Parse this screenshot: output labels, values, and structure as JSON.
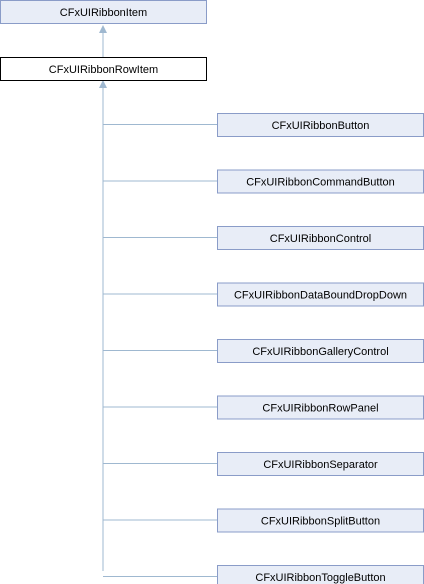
{
  "diagram": {
    "base_class": "CFxUIRibbonItem",
    "current_class": "CFxUIRibbonRowItem",
    "derived_classes": [
      "CFxUIRibbonButton",
      "CFxUIRibbonCommandButton",
      "CFxUIRibbonControl",
      "CFxUIRibbonDataBoundDropDown",
      "CFxUIRibbonGalleryControl",
      "CFxUIRibbonRowPanel",
      "CFxUIRibbonSeparator",
      "CFxUIRibbonSplitButton",
      "CFxUIRibbonToggleButton"
    ],
    "colors": {
      "node_fill": "#e8edf7",
      "node_border": "#8a9cc8",
      "current_fill": "#ffffff",
      "current_border": "#000000",
      "edge": "#9fb8d0"
    }
  }
}
